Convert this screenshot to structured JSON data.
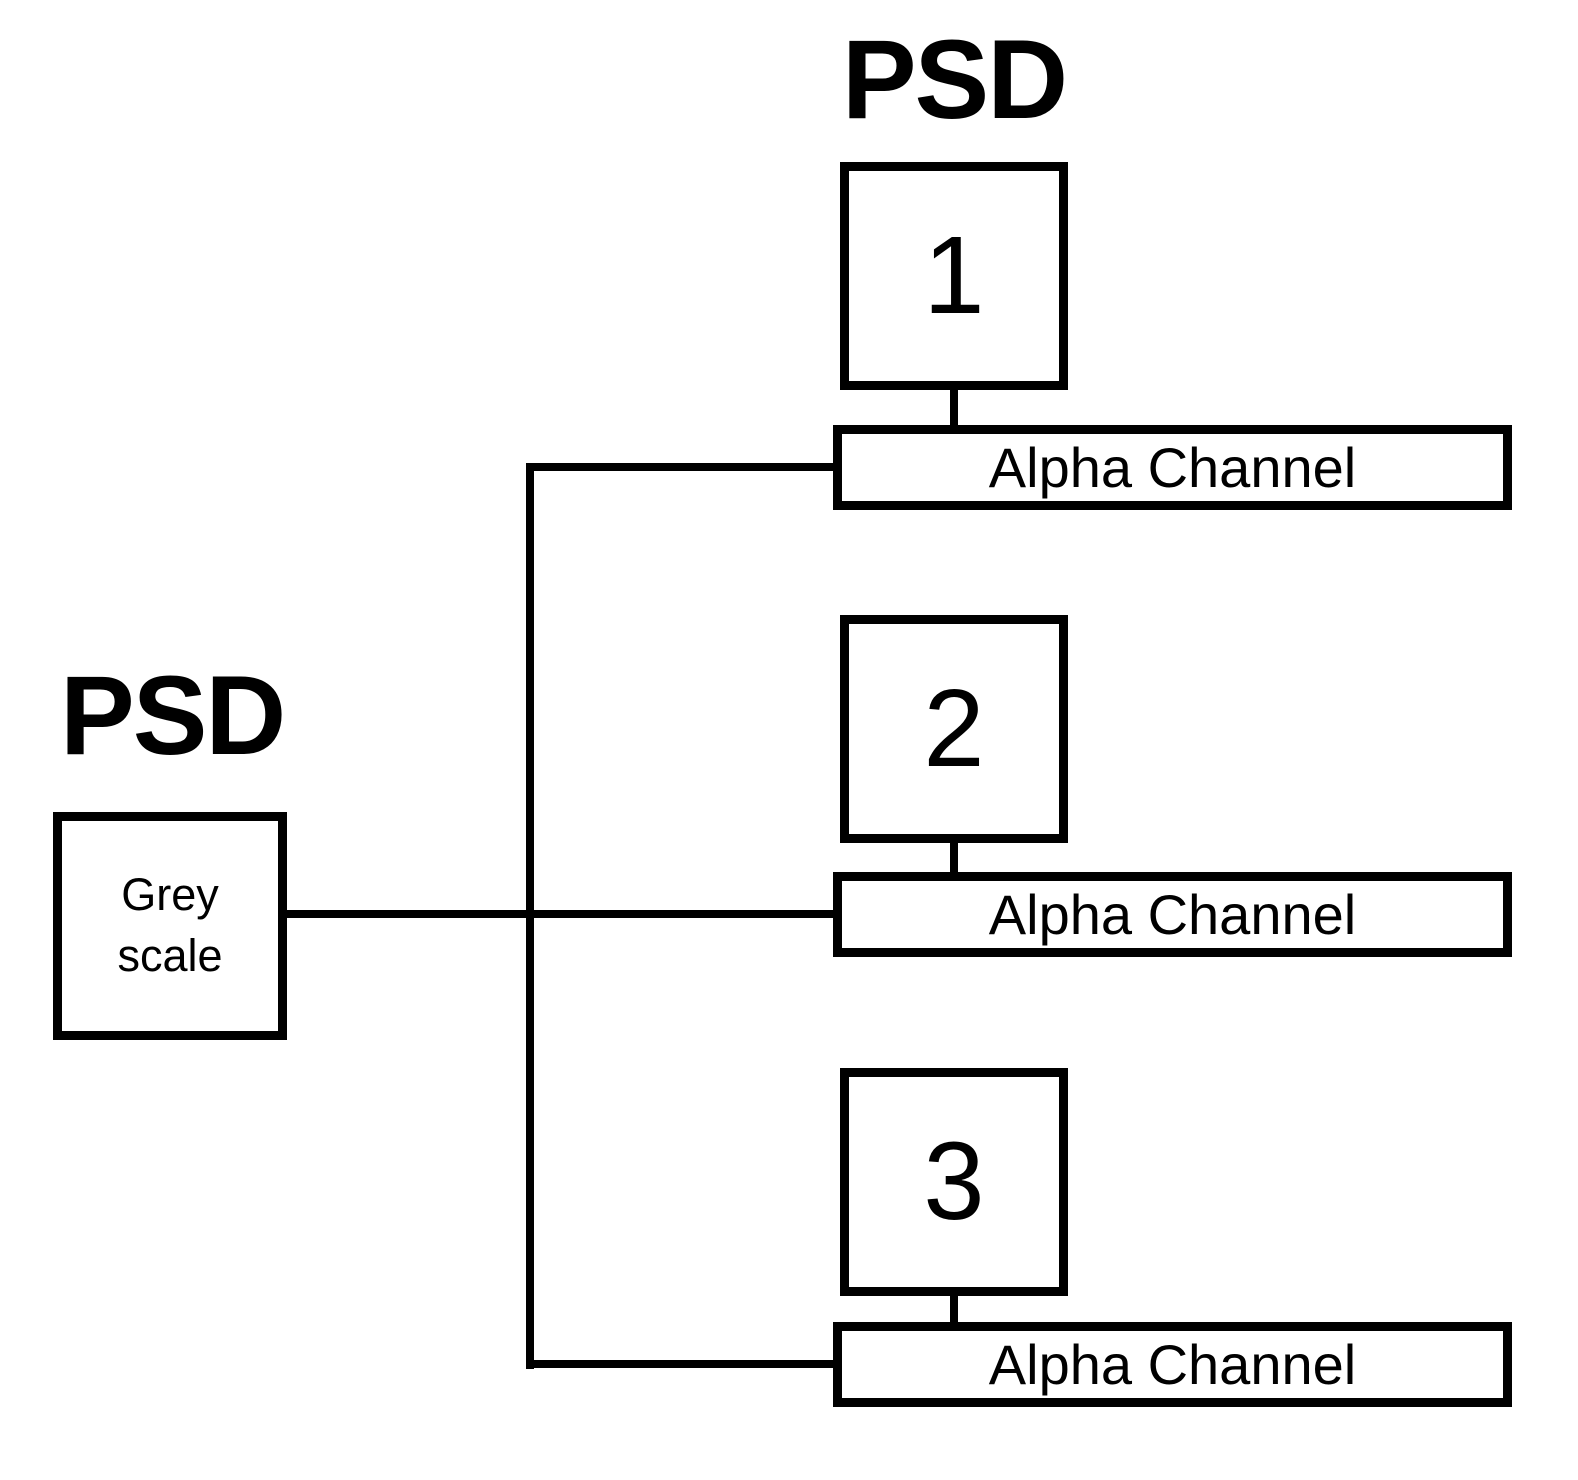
{
  "colors": {
    "ink": "#000000",
    "bg": "#ffffff"
  },
  "diagram": {
    "output_group": {
      "title": "PSD"
    },
    "source_group": {
      "title": "PSD",
      "box": {
        "line1": "Grey",
        "line2": "scale"
      }
    },
    "channels": [
      {
        "number": "1",
        "label": "Alpha Channel"
      },
      {
        "number": "2",
        "label": "Alpha Channel"
      },
      {
        "number": "3",
        "label": "Alpha Channel"
      }
    ]
  }
}
